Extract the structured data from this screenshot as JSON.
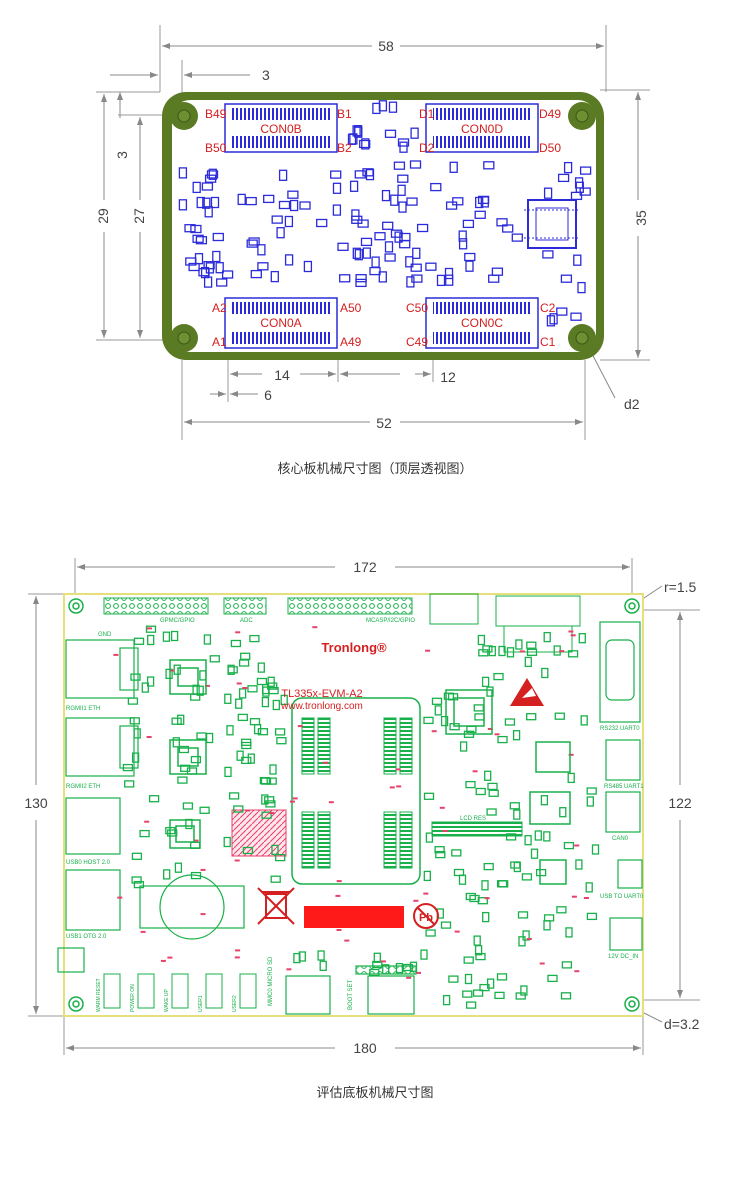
{
  "figure1": {
    "caption": "核心板机械尺寸图（顶层透视图）",
    "dims": {
      "width_top": "58",
      "offset_top": "3",
      "height_left_outer": "29",
      "height_left_inner": "27",
      "small_left": "3",
      "height_right": "35",
      "bottom_a": "14",
      "bottom_b": "12",
      "bottom_c": "6",
      "width_bottom": "52",
      "hole": "d2"
    },
    "connectors": {
      "con0b": "CON0B",
      "con0d": "CON0D",
      "con0a": "CON0A",
      "con0c": "CON0C"
    },
    "pins": {
      "b49": "B49",
      "b50": "B50",
      "b1": "B1",
      "b2": "B2",
      "d1": "D1",
      "d2": "D2",
      "d49": "D49",
      "d50": "D50",
      "a2": "A2",
      "a1": "A1",
      "a50": "A50",
      "a49": "A49",
      "c50": "C50",
      "c49": "C49",
      "c2": "C2",
      "c1": "C1"
    }
  },
  "figure2": {
    "caption": "评估底板机械尺寸图",
    "dims": {
      "width_top": "172",
      "radius": "r=1.5",
      "height_left": "130",
      "height_right": "122",
      "width_bottom": "180",
      "hole": "d=3.2"
    },
    "board": {
      "brand": "Tronlong®",
      "model": "TL335x-EVM-A2",
      "url": "www.tronlong.com",
      "pb": "Pb"
    },
    "labels": {
      "rgmii1": "RGMII1 ETH",
      "rgmii2": "RGMII2 ETH",
      "usb_host": "USB0 HOST 2.0",
      "usb_otg": "USB1 OTG 2.0",
      "lcd": "LCD RES",
      "rs232": "RS232 UART0",
      "rs485": "RS485 UART1",
      "can": "CAN0",
      "usb_debug": "USB TO UART0",
      "power": "12V DC_IN",
      "gpmc": "GPMC/GPIO",
      "mcasp": "MCASP/I2C/GPIO",
      "adc": "ADC",
      "sd": "MMC0 MICRO SD",
      "boot": "BOOT SET",
      "gnd": "GND"
    },
    "buttons": [
      "WARM RESET",
      "POWER ON",
      "WAKE UP",
      "USER1",
      "USER2"
    ]
  }
}
